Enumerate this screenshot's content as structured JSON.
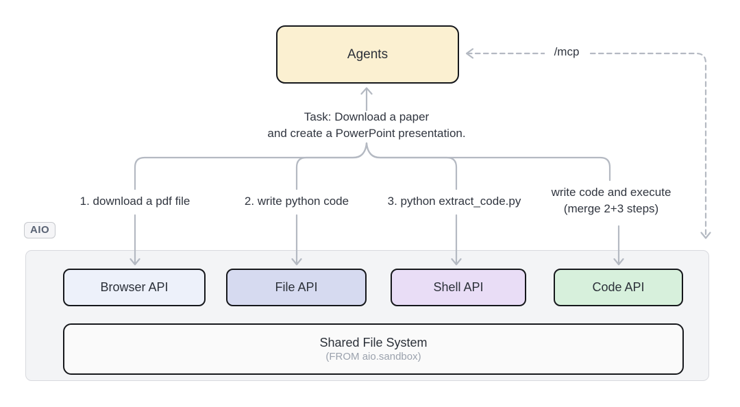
{
  "agents": {
    "label": "Agents",
    "fill": "#fbf0d1"
  },
  "mcp": {
    "label": "/mcp"
  },
  "task": {
    "line1": "Task: Download a paper",
    "line2": "and create a PowerPoint presentation."
  },
  "branches": [
    {
      "label": "1. download a pdf file"
    },
    {
      "label": "2. write python code"
    },
    {
      "label": "3. python extract_code.py"
    },
    {
      "label": "write code and execute",
      "sublabel": "(merge 2+3 steps)"
    }
  ],
  "sandbox": {
    "tag": "AIO",
    "apis": [
      {
        "label": "Browser API",
        "fill": "#edf1fa"
      },
      {
        "label": "File API",
        "fill": "#d6daf0"
      },
      {
        "label": "Shell API",
        "fill": "#e9ddf6"
      },
      {
        "label": "Code API",
        "fill": "#d7f0dc"
      }
    ],
    "shared_fs": {
      "title": "Shared File System",
      "subtitle": "(FROM aio.sandbox)"
    }
  },
  "colors": {
    "connector": "#b4b9c2",
    "text": "#30353f",
    "muted_text": "#9ba2ad",
    "box_border": "#15171b",
    "container_fill": "#f3f4f6"
  }
}
